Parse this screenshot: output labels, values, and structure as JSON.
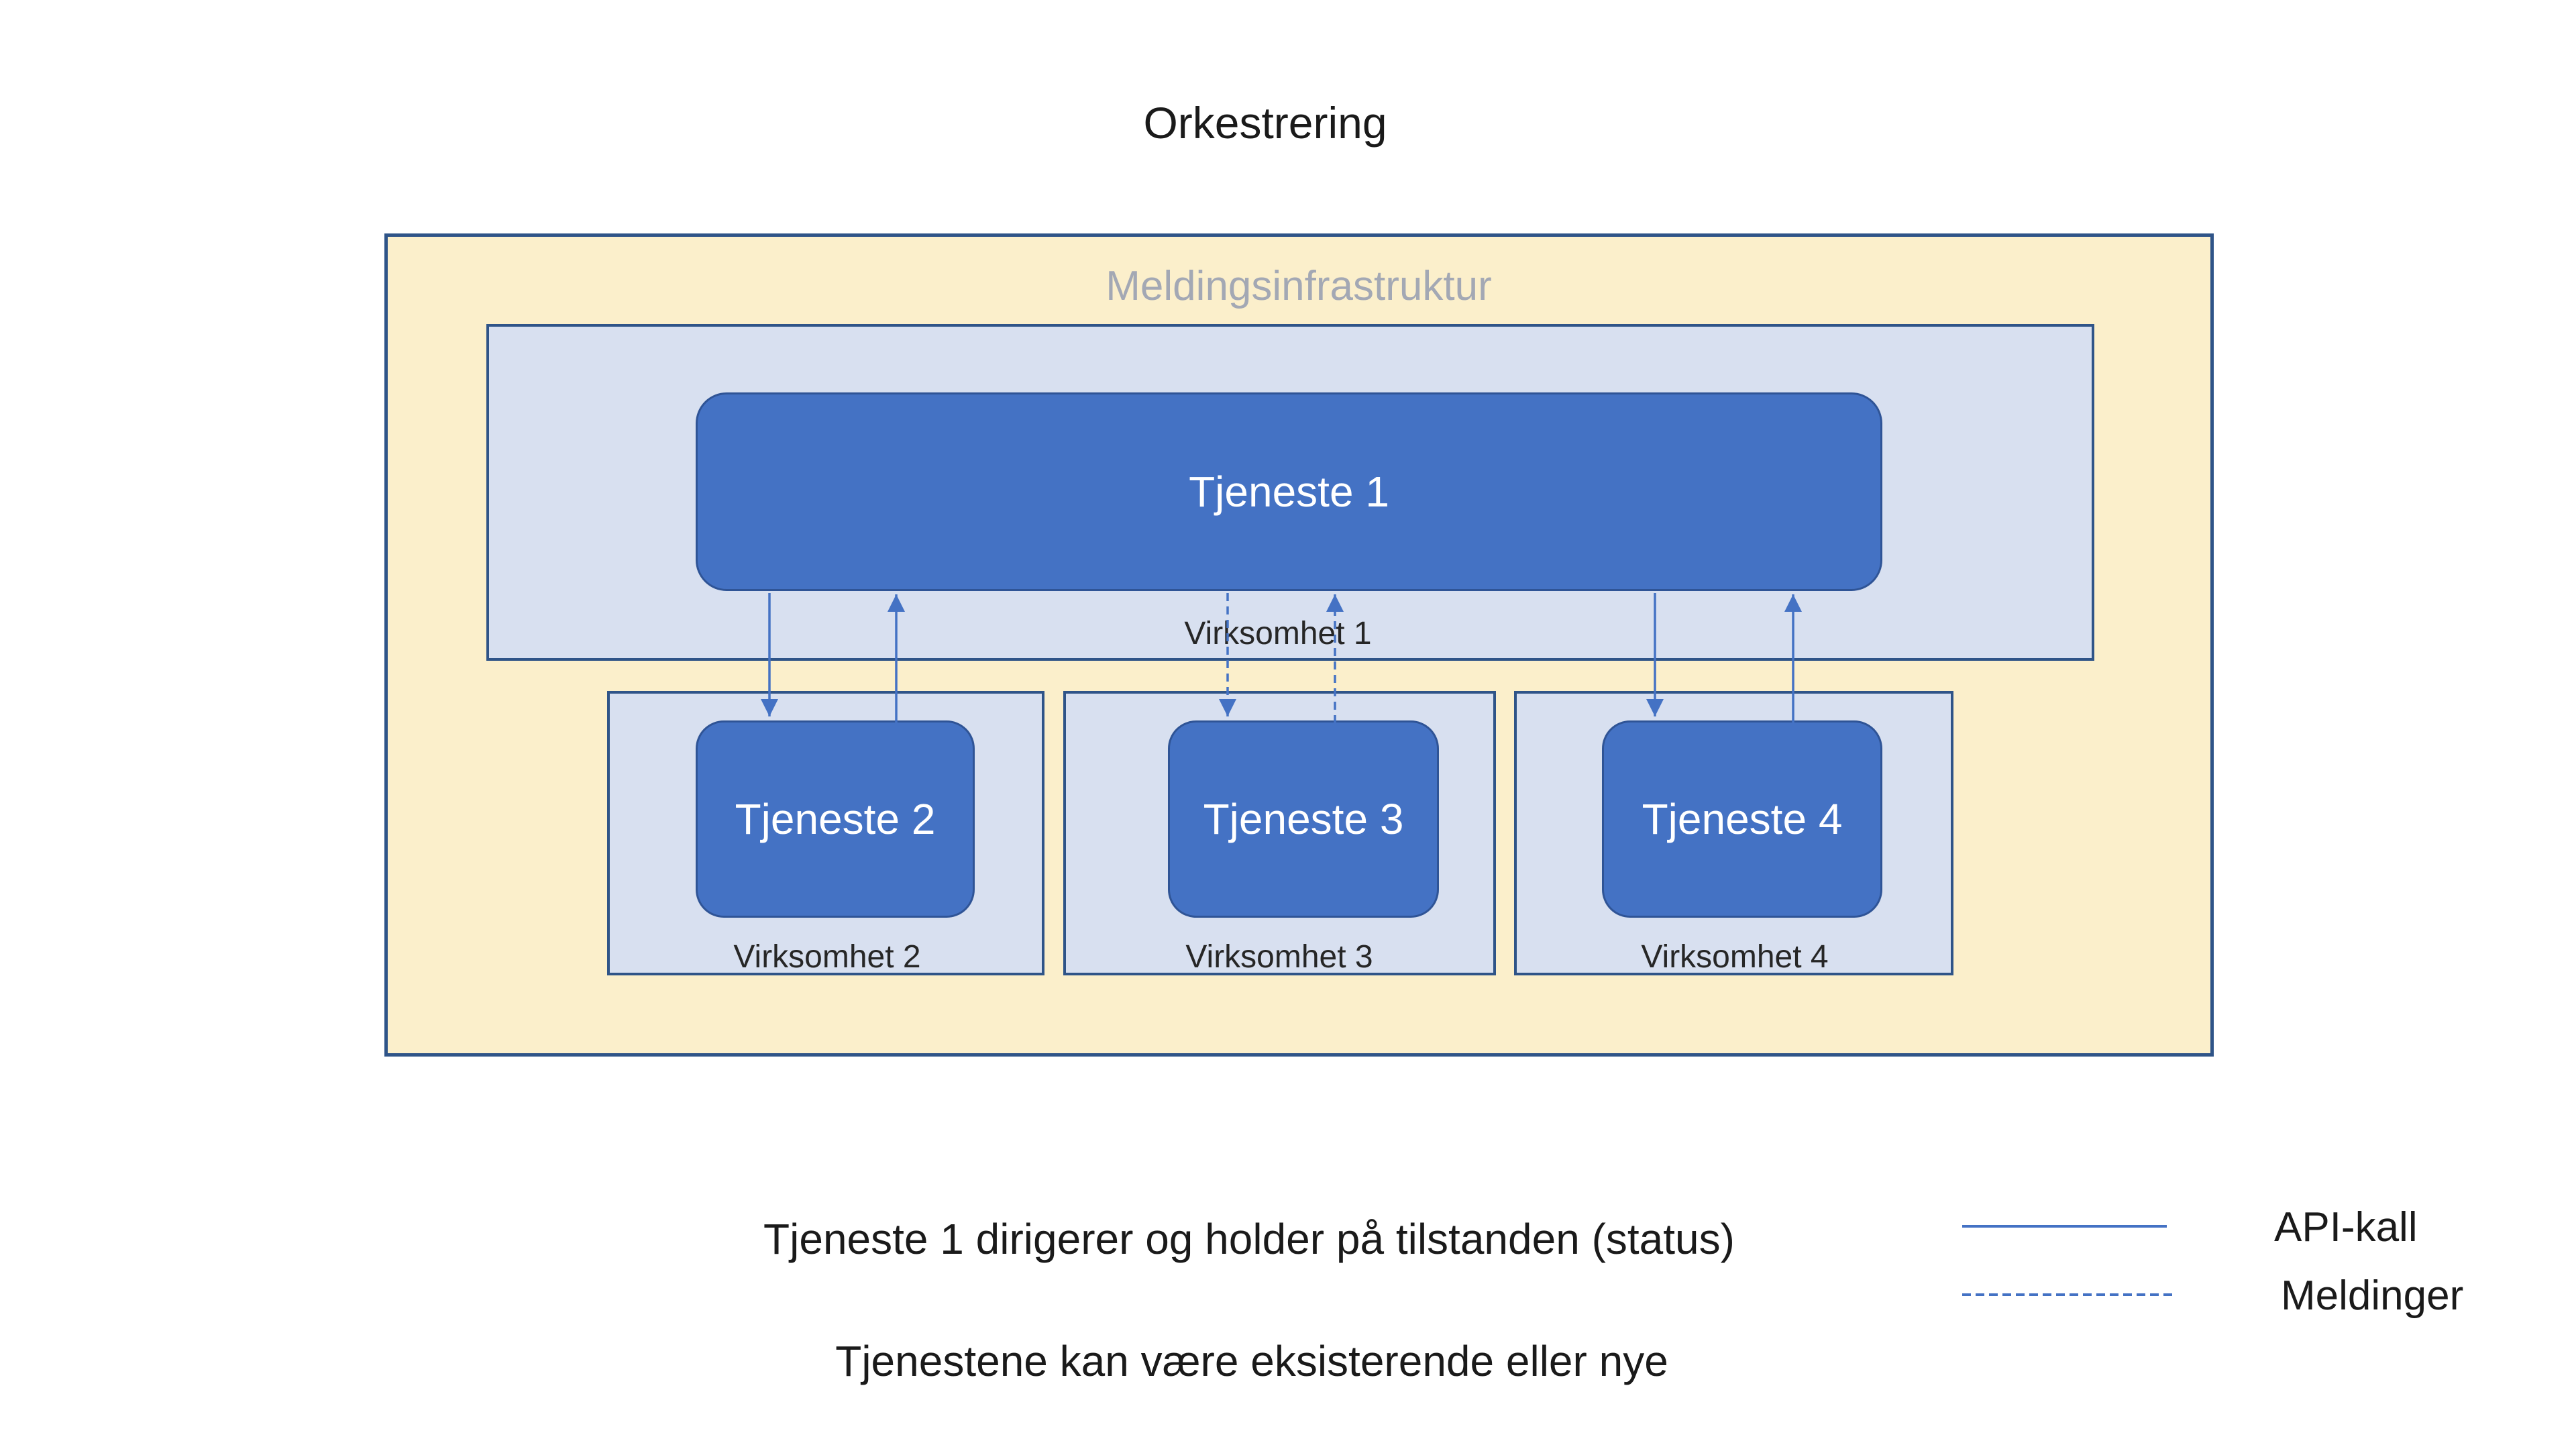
{
  "title": "Orkestrering",
  "infrastructure": {
    "label": "Meldingsinfrastruktur"
  },
  "org1": {
    "label": "Virksomhet 1",
    "service": "Tjeneste 1"
  },
  "orgs": [
    {
      "label": "Virksomhet 2",
      "service": "Tjeneste 2",
      "connection": "API-kall (solid)"
    },
    {
      "label": "Virksomhet 3",
      "service": "Tjeneste 3",
      "connection": "Meldinger (dashed)"
    },
    {
      "label": "Virksomhet 4",
      "service": "Tjeneste 4",
      "connection": "API-kall (solid)"
    }
  ],
  "legend": {
    "api": {
      "label": "API-kall",
      "line_style": "solid"
    },
    "messages": {
      "label": "Meldinger",
      "line_style": "dashed"
    }
  },
  "notes": {
    "line1": "Tjeneste 1 dirigerer og holder på tilstanden (status)",
    "line2": "Tjenestene kan være eksisterende eller nye"
  },
  "colors": {
    "accent_blue": "#4472C4",
    "border_navy": "#2F5488",
    "panel_yellow": "#FBEFCB",
    "panel_light_blue": "#D8E0F0",
    "muted_label_gray": "#A3A8B4",
    "text_black": "#1A1A1A",
    "service_text_white": "#FFFFFF"
  }
}
